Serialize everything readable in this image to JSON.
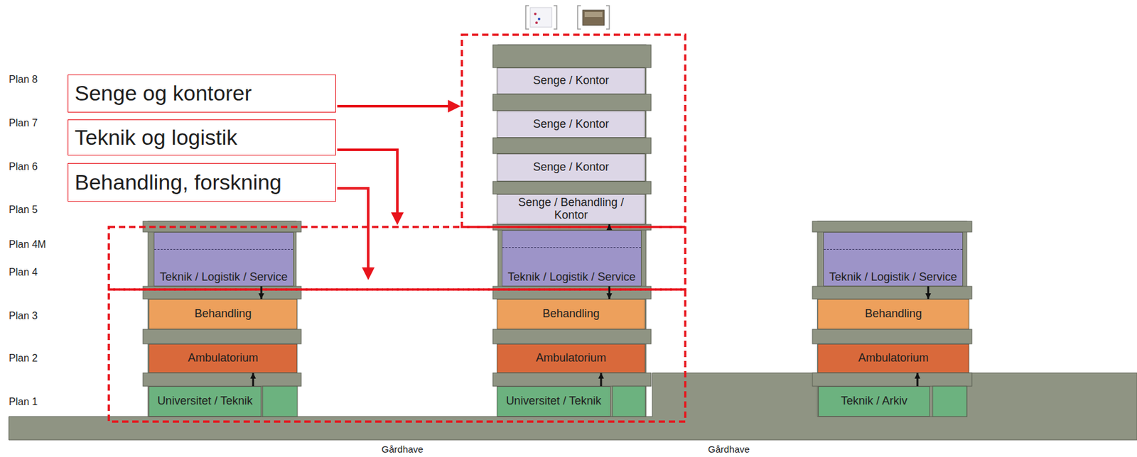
{
  "diagram": {
    "nodes": [
      {
        "text": [
          "Senge og kontorer"
        ]
      },
      {
        "text": [
          "Teknik og logistik"
        ]
      },
      {
        "text": [
          "Behandling, forskning"
        ]
      },
      {
        "text": [
          "Teknik / Logistik / Service"
        ]
      },
      {
        "text": [
          "Behandling"
        ]
      },
      {
        "text": [
          "Ambulatorium"
        ]
      },
      {
        "text": [
          "Universitet / Teknik"
        ]
      },
      {
        "text": [
          "Senge / Kontor"
        ]
      },
      {
        "text": [
          "Senge / Kontor"
        ]
      },
      {
        "text": [
          "Senge / Kontor"
        ]
      },
      {
        "text": [
          "Senge / Behandling / Kontor"
        ]
      },
      {
        "text": [
          "Teknik / Logistik / Service"
        ]
      },
      {
        "text": [
          "Behandling"
        ]
      },
      {
        "text": [
          "Ambulatorium"
        ]
      },
      {
        "text": [
          "Universitet / Teknik"
        ]
      },
      {
        "text": [
          "Teknik / Logistik / Service"
        ]
      },
      {
        "text": [
          "Behandling"
        ]
      },
      {
        "text": [
          "Ambulatorium"
        ]
      },
      {
        "text": [
          "Teknik / Arkiv"
        ]
      }
    ],
    "edges": [
      {
        "from": 3,
        "to": 4,
        "arrow": "to"
      },
      {
        "from": 6,
        "to": 5,
        "arrow": "to"
      },
      {
        "from": 11,
        "to": 10,
        "arrow": "to"
      },
      {
        "from": 11,
        "to": 12,
        "arrow": "to"
      },
      {
        "from": 14,
        "to": 13,
        "arrow": "to"
      },
      {
        "from": 15,
        "to": 16,
        "arrow": "to"
      },
      {
        "from": 18,
        "to": 17,
        "arrow": "to"
      }
    ],
    "labels": [
      "Plan 8",
      "Plan 7",
      "Plan 6",
      "Plan 5",
      "Plan 4M",
      "Plan 4",
      "Plan 3",
      "Plan 2",
      "Plan 1",
      "Gårdhave",
      "Gårdhave"
    ]
  }
}
